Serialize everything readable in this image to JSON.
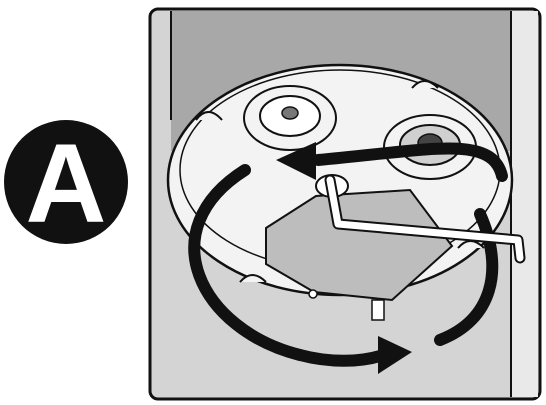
{
  "step": {
    "label": "A"
  },
  "colors": {
    "ink": "#111111",
    "panel_fill": "#d4d4d4",
    "wall_dark": "#a8a8a8",
    "wall_light": "#e9e9e9",
    "unit_fill": "#f3f3f3",
    "plate_fill": "#bdbdbd",
    "badge_fill": "#111111",
    "badge_text": "#ffffff"
  },
  "icons": {
    "rotation": "rotate-clockwise-arrows",
    "tool": "hex-allen-wrench"
  }
}
